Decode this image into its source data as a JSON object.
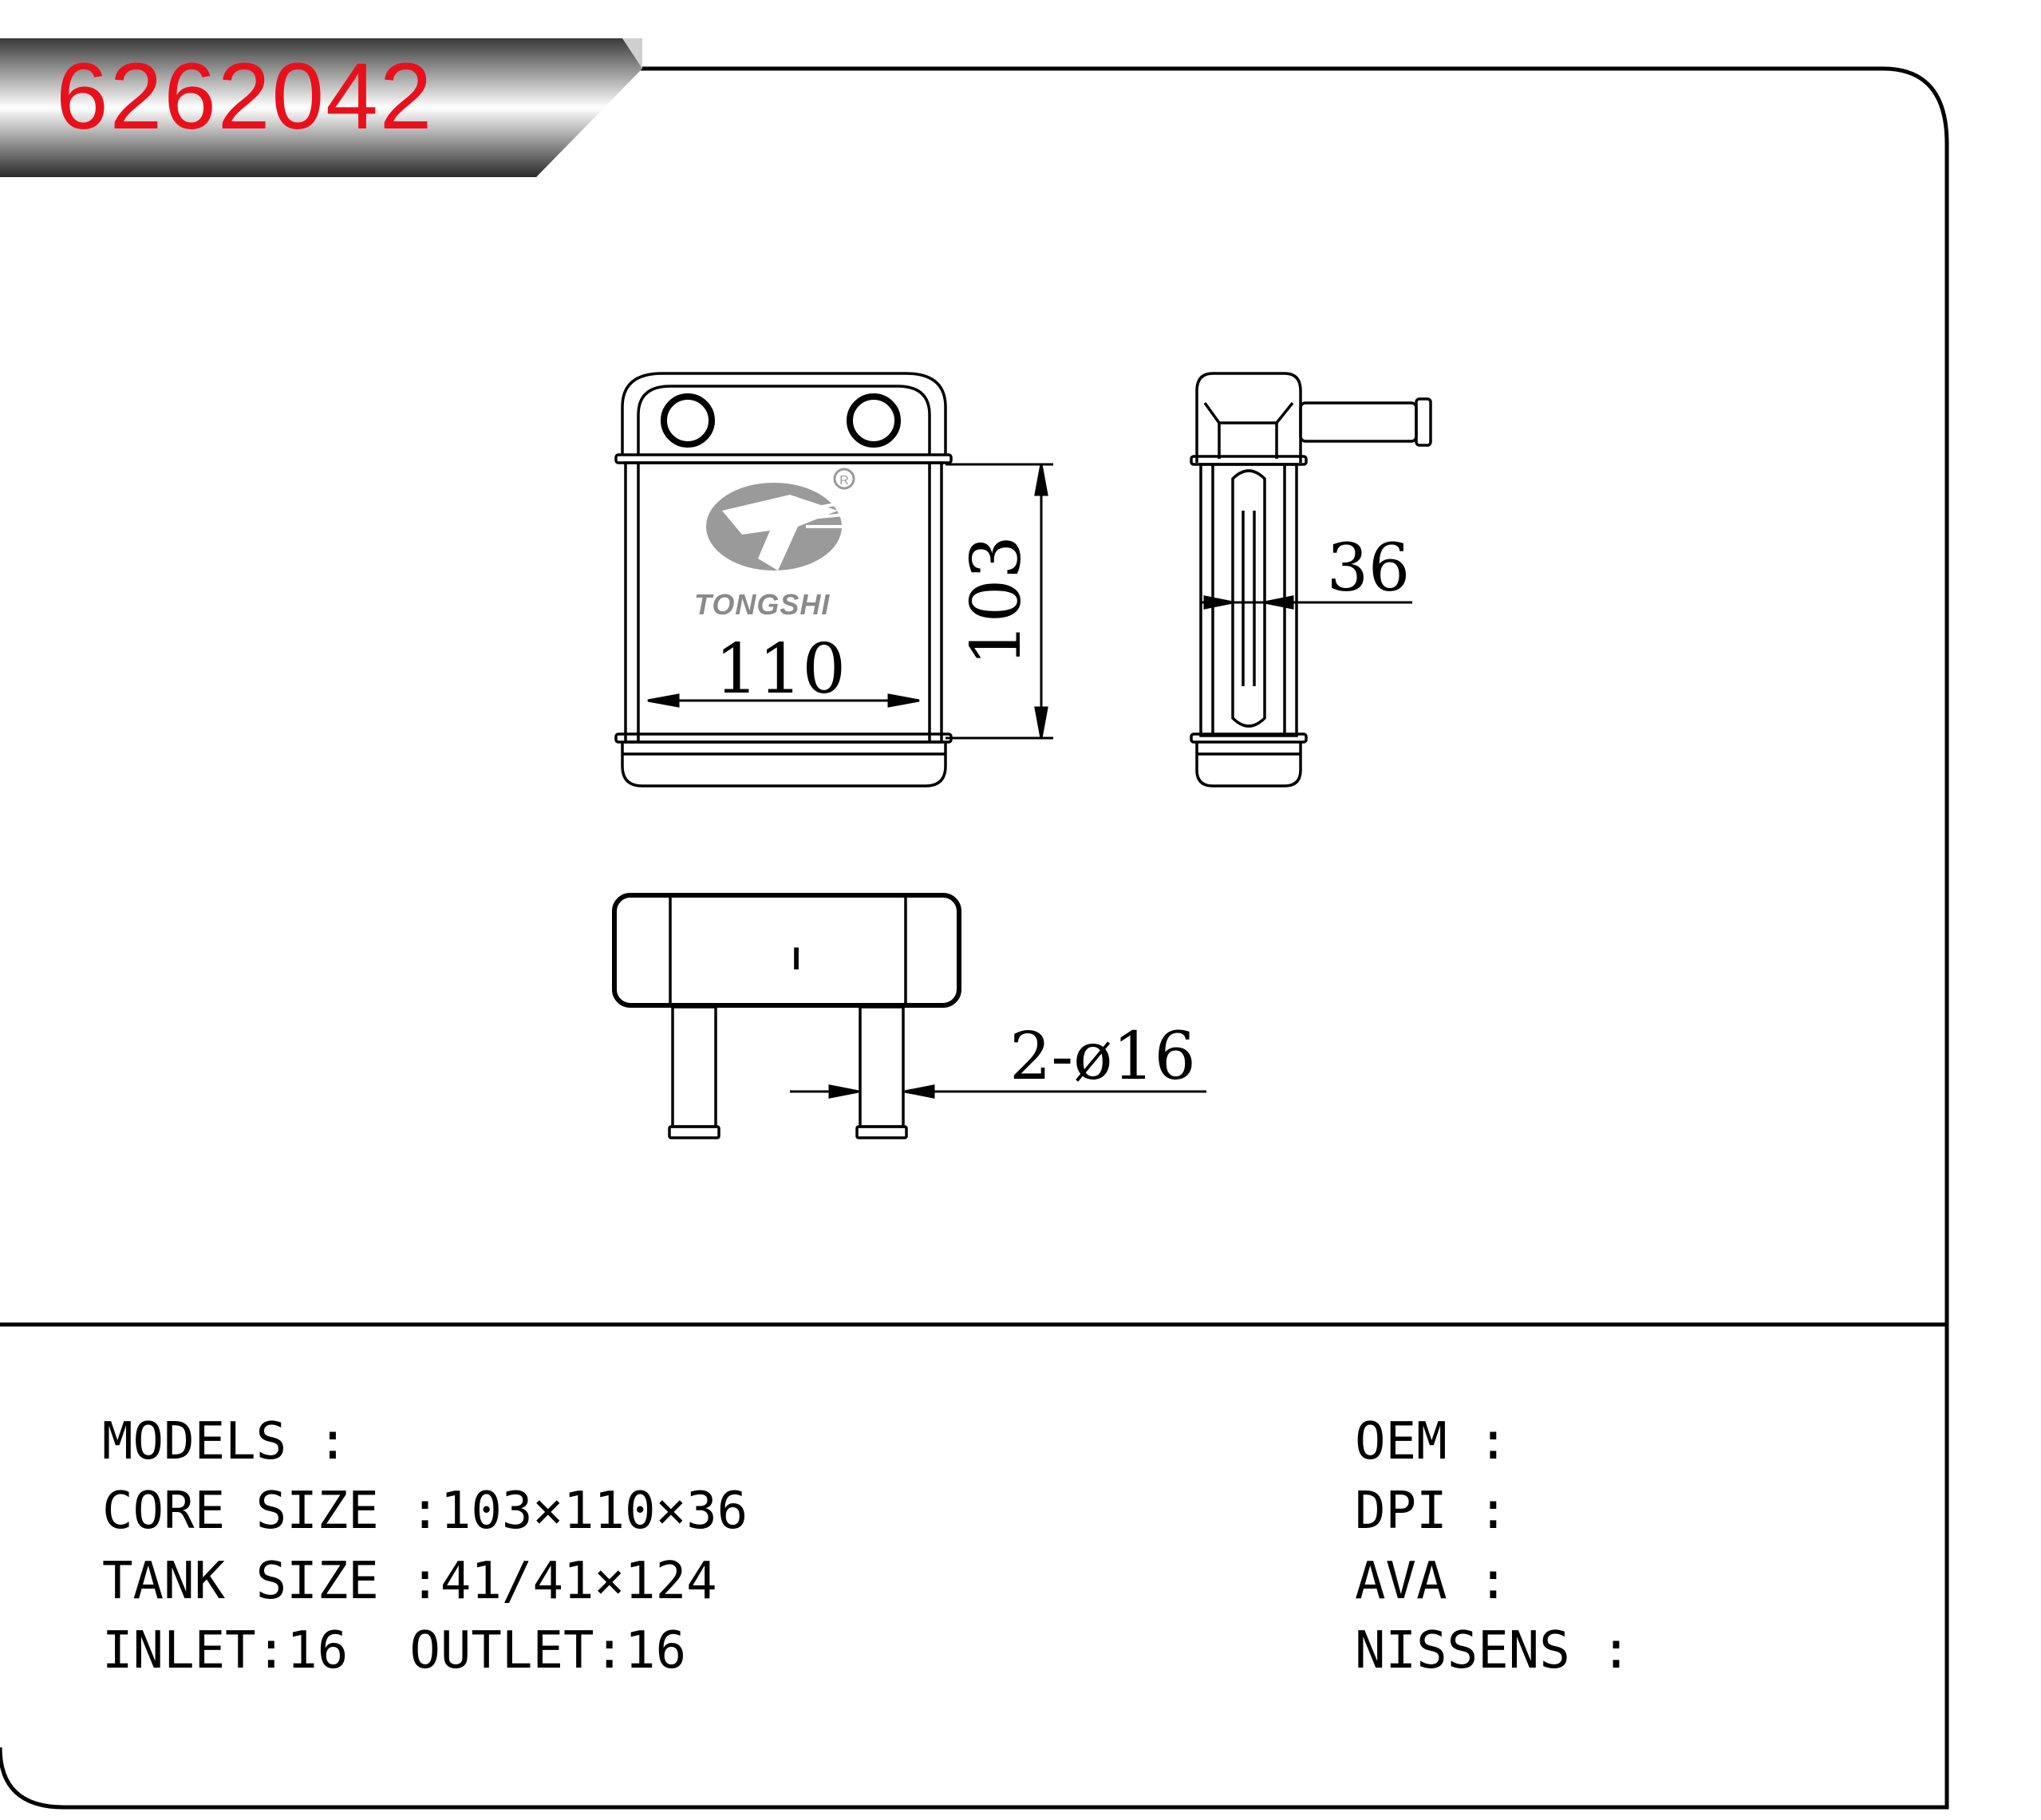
{
  "part_number": "6262042",
  "brand": {
    "name": "TONGSHI",
    "registered_mark": "R"
  },
  "dimensions": {
    "width": "110",
    "height": "103",
    "depth": "36",
    "pipes": "2-ø16",
    "tank_mark": "I"
  },
  "specs": {
    "models": "MODELS :",
    "core_size": "CORE SIZE :103×110×36",
    "tank_size": "TANK SIZE :41/41×124",
    "inlet_outlet": "INLET:16  OUTLET:16"
  },
  "references": {
    "oem": "OEM :",
    "dpi": "DPI :",
    "ava": "AVA :",
    "nissens": "NISSENS :"
  },
  "colors": {
    "part_number": "#e8111b",
    "logo_gray": "#9a9a9a",
    "line": "#000000"
  }
}
